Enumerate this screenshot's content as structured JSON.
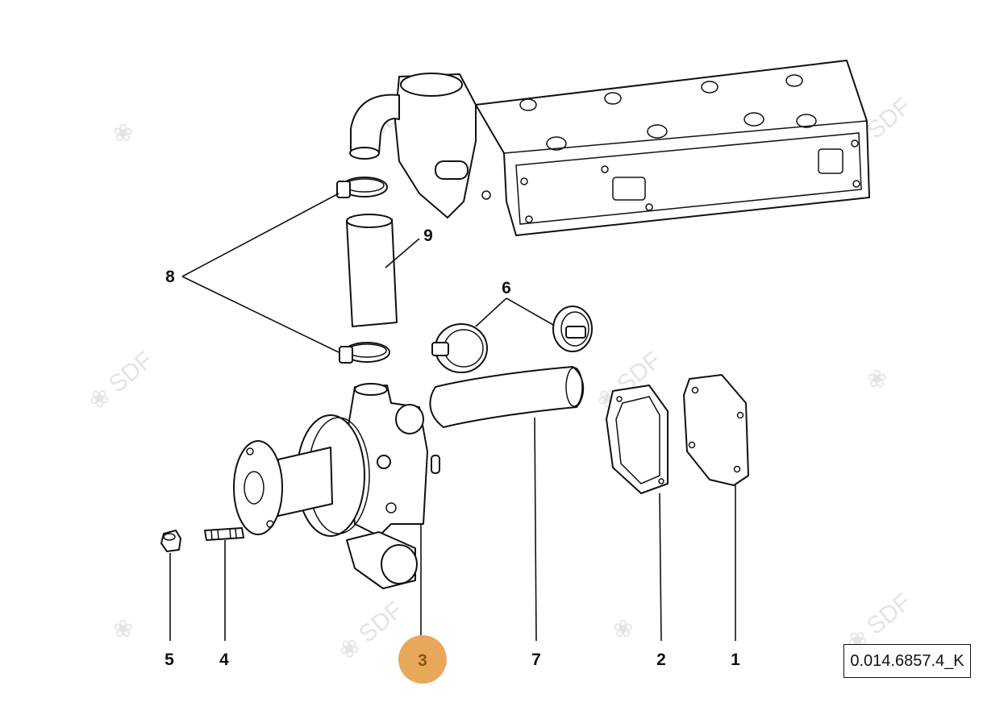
{
  "diagram": {
    "reference_code": "0.014.6857.4_K",
    "watermark": "SDF",
    "highlight_color": "#e8a85a",
    "highlight_text_color": "#8a5518",
    "callouts": [
      {
        "id": "8",
        "label": "8"
      },
      {
        "id": "9",
        "label": "9"
      },
      {
        "id": "6",
        "label": "6"
      },
      {
        "id": "5",
        "label": "5"
      },
      {
        "id": "4",
        "label": "4"
      },
      {
        "id": "3",
        "label": "3",
        "highlighted": true
      },
      {
        "id": "7",
        "label": "7"
      },
      {
        "id": "2",
        "label": "2"
      },
      {
        "id": "1",
        "label": "1"
      }
    ]
  }
}
